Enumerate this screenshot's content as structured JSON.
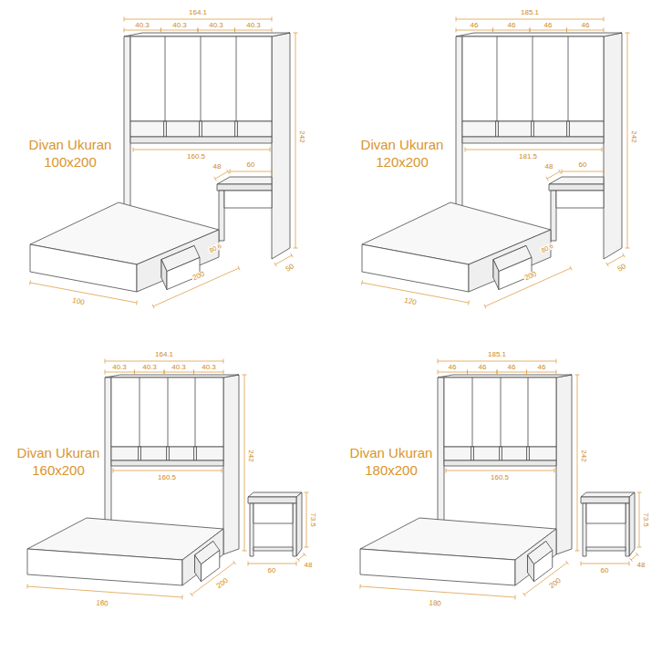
{
  "diagram": {
    "labels": [
      "Divan Ukuran 100x200",
      "164.1",
      "40.3",
      "40.3",
      "40.3",
      "40.3",
      "242",
      "160.5",
      "48",
      "60",
      "80.6",
      "200",
      "100",
      "50",
      "Divan Ukuran 120x200",
      "185.1",
      "46",
      "46",
      "46",
      "46",
      "242",
      "181.5",
      "48",
      "60",
      "80.6",
      "200",
      "120",
      "50",
      "Divan Ukuran 160x200",
      "164.1",
      "40.3",
      "40.3",
      "40.3",
      "40.3",
      "242",
      "160.5",
      "200",
      "160",
      "73.5",
      "48",
      "60",
      "Divan Ukuran 180x200",
      "185.1",
      "46",
      "46",
      "46",
      "46",
      "242",
      "160.5",
      "200",
      "180",
      "73.5",
      "48",
      "60"
    ]
  }
}
